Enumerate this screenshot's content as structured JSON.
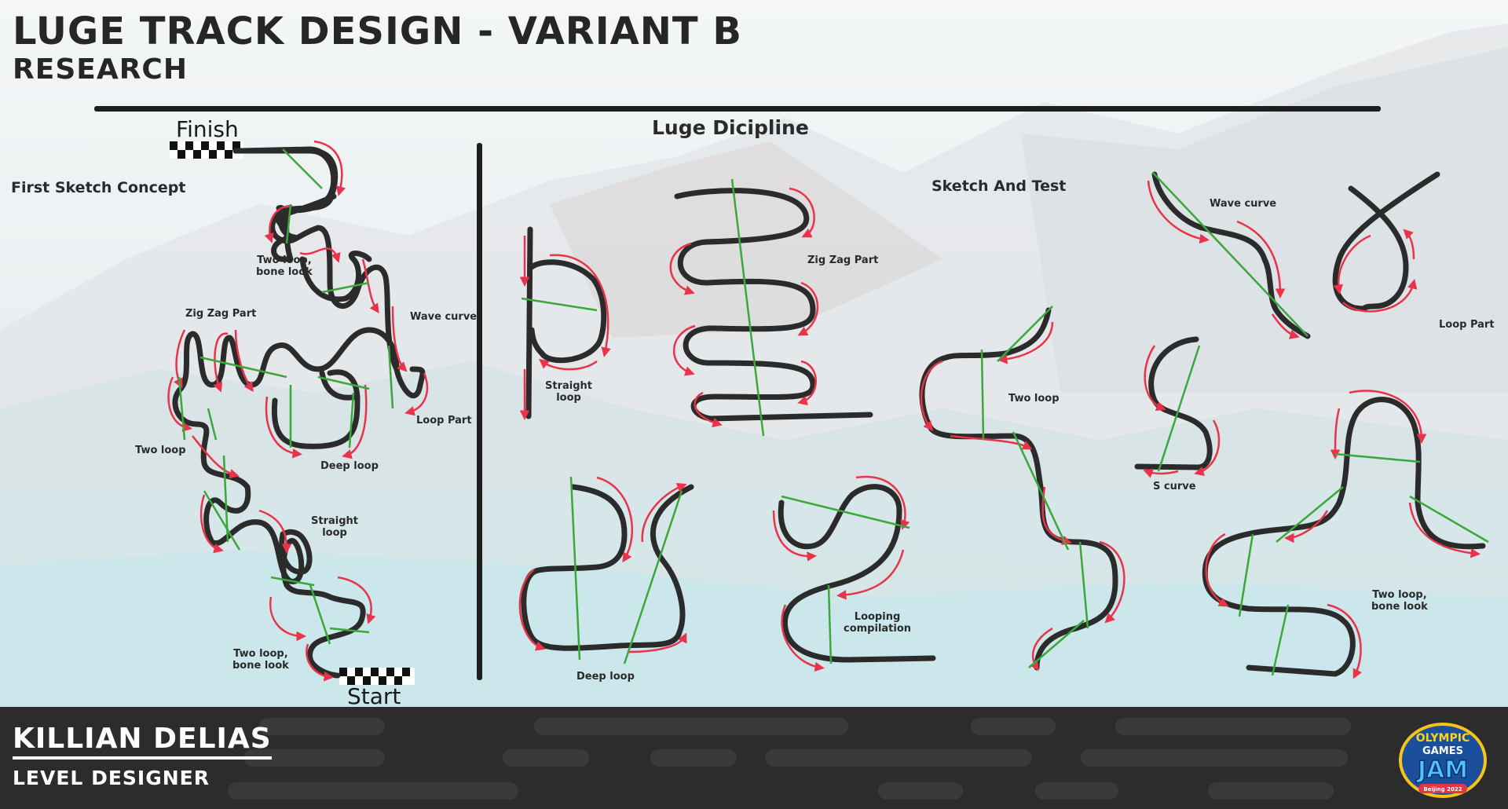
{
  "header": {
    "title": "LUGE TRACK DESIGN - VARIANT B",
    "subtitle": "RESEARCH"
  },
  "left_panel": {
    "heading": "First Sketch Concept",
    "finish": "Finish",
    "start": "Start",
    "labels": {
      "two_loop_bone_top": "Two loop,\nbone look",
      "zig_zag": "Zig Zag Part",
      "wave_curve": "Wave curve",
      "loop_part": "Loop Part",
      "deep_loop": "Deep loop",
      "two_loop": "Two loop",
      "straight_loop": "Straight\nloop",
      "two_loop_bone_bottom": "Two loop,\nbone look"
    }
  },
  "right_panel": {
    "heading": "Luge Dicipline",
    "subheading": "Sketch And Test",
    "labels": {
      "straight_loop": "Straight\nloop",
      "zig_zag": "Zig Zag Part",
      "two_loop": "Two loop",
      "wave_curve": "Wave curve",
      "loop_part": "Loop Part",
      "s_curve": "S curve",
      "deep_loop": "Deep loop",
      "looping_compilation": "Looping\ncompilation",
      "two_loop_bone": "Two loop,\nbone look"
    }
  },
  "footer": {
    "author": "KILLIAN DELIAS",
    "role": "LEVEL DESIGNER"
  },
  "logo": {
    "line1": "OLYMPIC",
    "line2": "GAMES",
    "line3": "JAM",
    "line4": "Beijing 2022"
  },
  "colors": {
    "track": "#2b2b2b",
    "arrow": "#e8334a",
    "guide": "#3aa83a",
    "footer_bg": "#2c2c2c"
  }
}
